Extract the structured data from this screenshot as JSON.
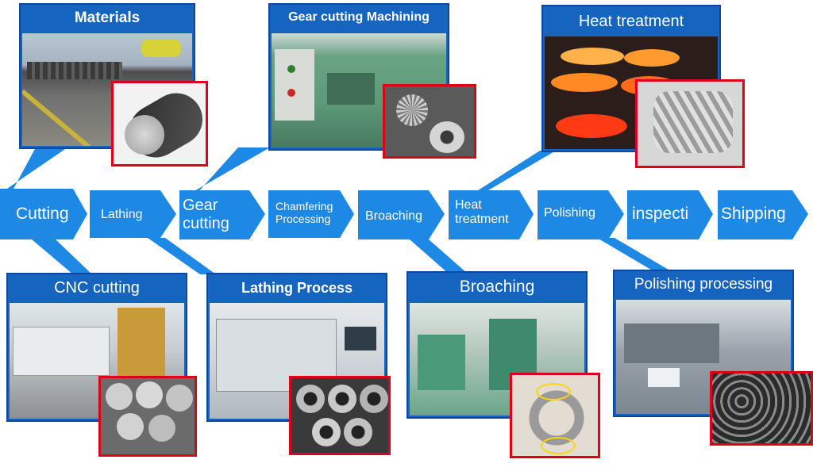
{
  "colors": {
    "arrow": "#1e88e5",
    "card_border": "#0d47a1",
    "card_title_bg": "#1565c0",
    "inset_border": "#e0001a"
  },
  "steps": [
    {
      "label": "Cutting"
    },
    {
      "label": "Lathing"
    },
    {
      "label": "Gear\ncutting"
    },
    {
      "label": "Chamfering\nProcessing"
    },
    {
      "label": "Broaching"
    },
    {
      "label": "Heat\ntreatment"
    },
    {
      "label": "Polishing"
    },
    {
      "label": "inspecti"
    },
    {
      "label": "Shipping"
    }
  ],
  "cards": {
    "materials": {
      "title": "Materials"
    },
    "gear_cutting": {
      "title": "Gear cutting Machining"
    },
    "heat_treatment": {
      "title": "Heat treatment"
    },
    "cnc_cutting": {
      "title": "CNC cutting"
    },
    "lathing_process": {
      "title": "Lathing Process"
    },
    "broaching": {
      "title": "Broaching"
    },
    "polishing_processing": {
      "title": "Polishing processing"
    }
  }
}
